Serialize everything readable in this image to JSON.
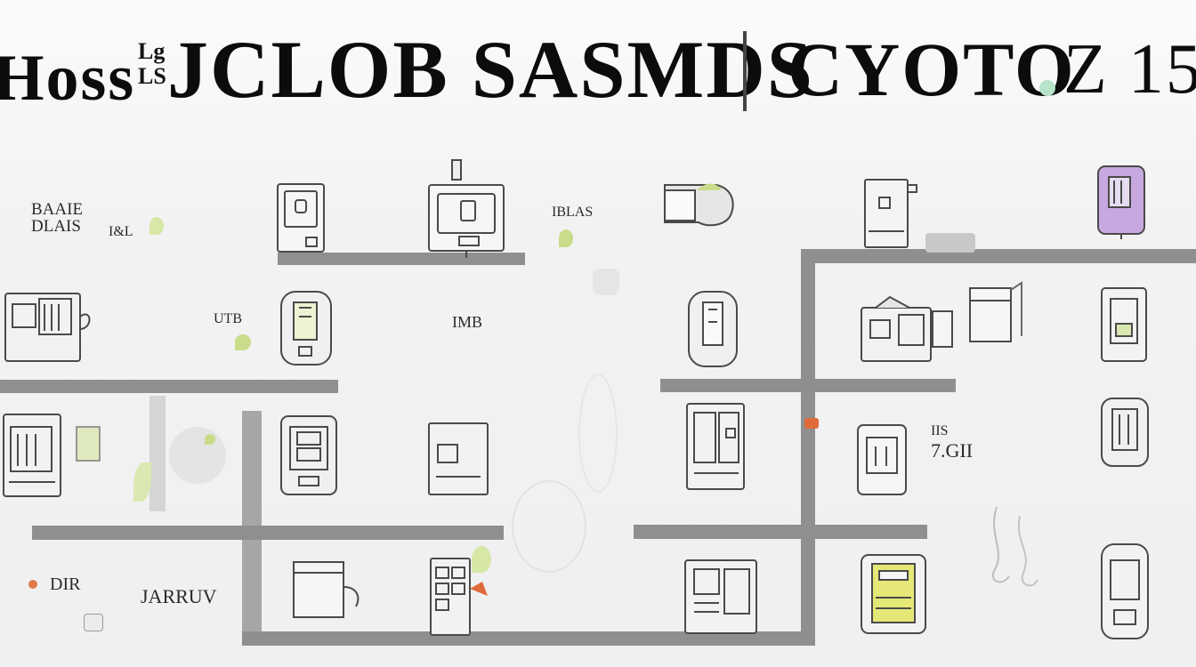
{
  "header": {
    "left_word": "Hoss",
    "left_small": "Lg\nLS",
    "main_word": "JCLOB SASMDS",
    "right_word": "CYOTO",
    "right_number": "Z 15"
  },
  "labels": {
    "l1": "BAAIE\nDLAIS",
    "l2": "I&L",
    "l3": "UTB",
    "l4": "IMB",
    "l5": "IBLAS",
    "l6": "IIS",
    "l7": "7.GII",
    "l8": "DIR",
    "l9": "JARRUV"
  },
  "colors": {
    "bus": "#8f8f8f",
    "device_stroke": "#4a4a4a",
    "accent_green": "#c9dc8a",
    "accent_purple": "#c7a8e0",
    "accent_yellow": "#e5e876",
    "accent_orange": "#e06a3a"
  }
}
